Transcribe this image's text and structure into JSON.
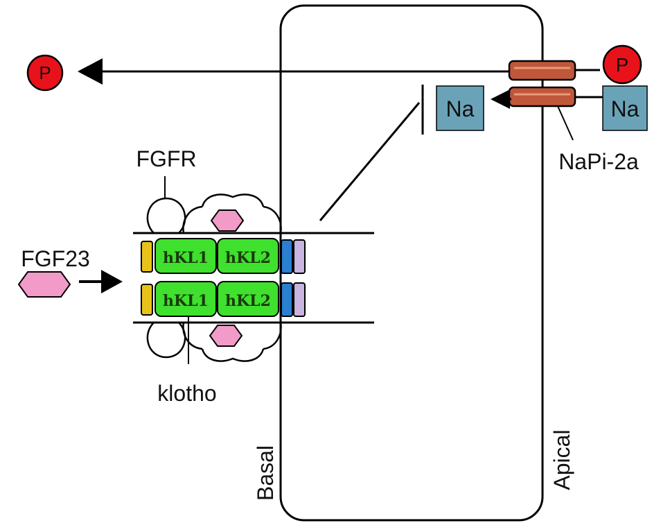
{
  "labels": {
    "fgfr": "FGFR",
    "fgf23": "FGF23",
    "klotho": "klotho",
    "basal": "Basal",
    "apical": "Apical",
    "napi": "NaPi-2a"
  },
  "ions": {
    "phosphate": "P",
    "sodium": "Na"
  },
  "klotho_domains": {
    "kl1": "hKL1",
    "kl2": "hKL2"
  },
  "colors": {
    "phosphate": "#e8121b",
    "sodium": "#6aa3b8",
    "klotho_domain": "#3fe02e",
    "fgf23": "#f29bc8",
    "transporter": "#c0573a",
    "tm_yellow": "#e8c21a",
    "tm_blue": "#2a7fd0",
    "tm_lavender": "#c9b3e0"
  }
}
